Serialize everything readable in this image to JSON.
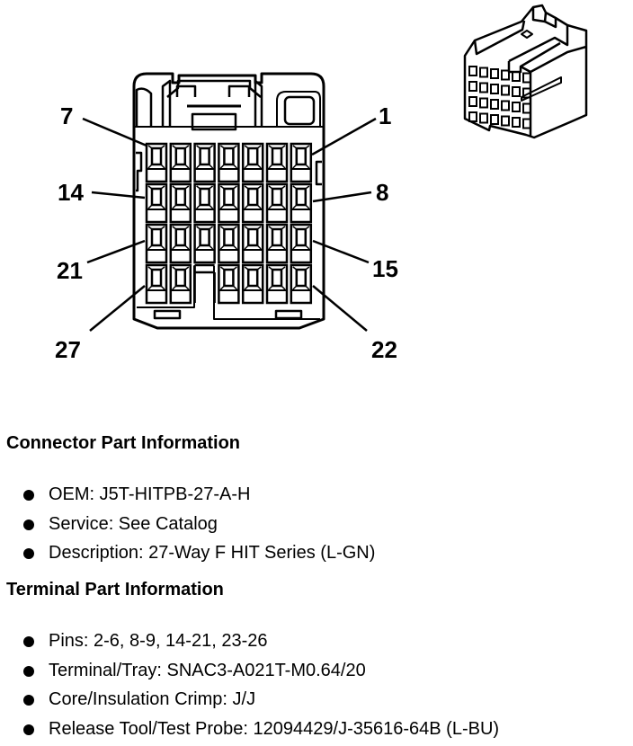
{
  "connector_face": {
    "rows": 4,
    "columns": 7,
    "empty_cavity": {
      "row": 4,
      "column": 3
    },
    "pin_labels": {
      "top_left": "7",
      "top_right": "1",
      "row2_left": "14",
      "row2_right": "8",
      "row3_left": "21",
      "row3_right": "15",
      "bottom_left": "27",
      "bottom_right": "22"
    }
  },
  "connector_info": {
    "title": "Connector Part Information",
    "items": [
      "OEM: J5T-HITPB-27-A-H",
      "Service: See Catalog",
      "Description: 27-Way F HIT Series (L-GN)"
    ]
  },
  "terminal_info": {
    "title": "Terminal Part Information",
    "items": [
      "Pins: 2-6, 8-9, 14-21, 23-26",
      "Terminal/Tray: SNAC3-A021T-M0.64/20",
      "Core/Insulation Crimp: J/J",
      "Release Tool/Test Probe: 12094429/J-35616-64B (L-BU)"
    ]
  }
}
